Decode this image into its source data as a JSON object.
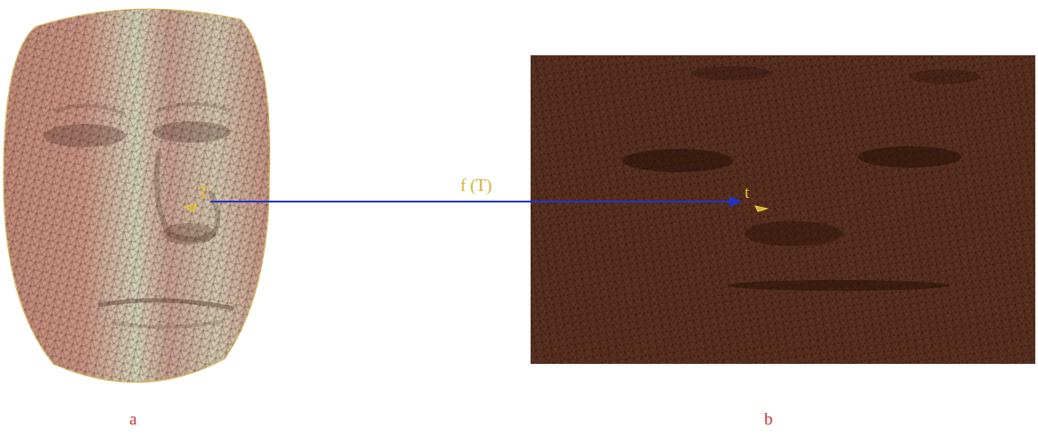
{
  "diagram": {
    "nodes": [
      {
        "text": [
          "T"
        ]
      },
      {
        "text": [
          "t"
        ]
      }
    ],
    "edges": [
      {
        "from": 0,
        "to": 1,
        "arrow": "to",
        "label": "f (T)"
      }
    ],
    "labels": [
      "a",
      "b"
    ]
  }
}
